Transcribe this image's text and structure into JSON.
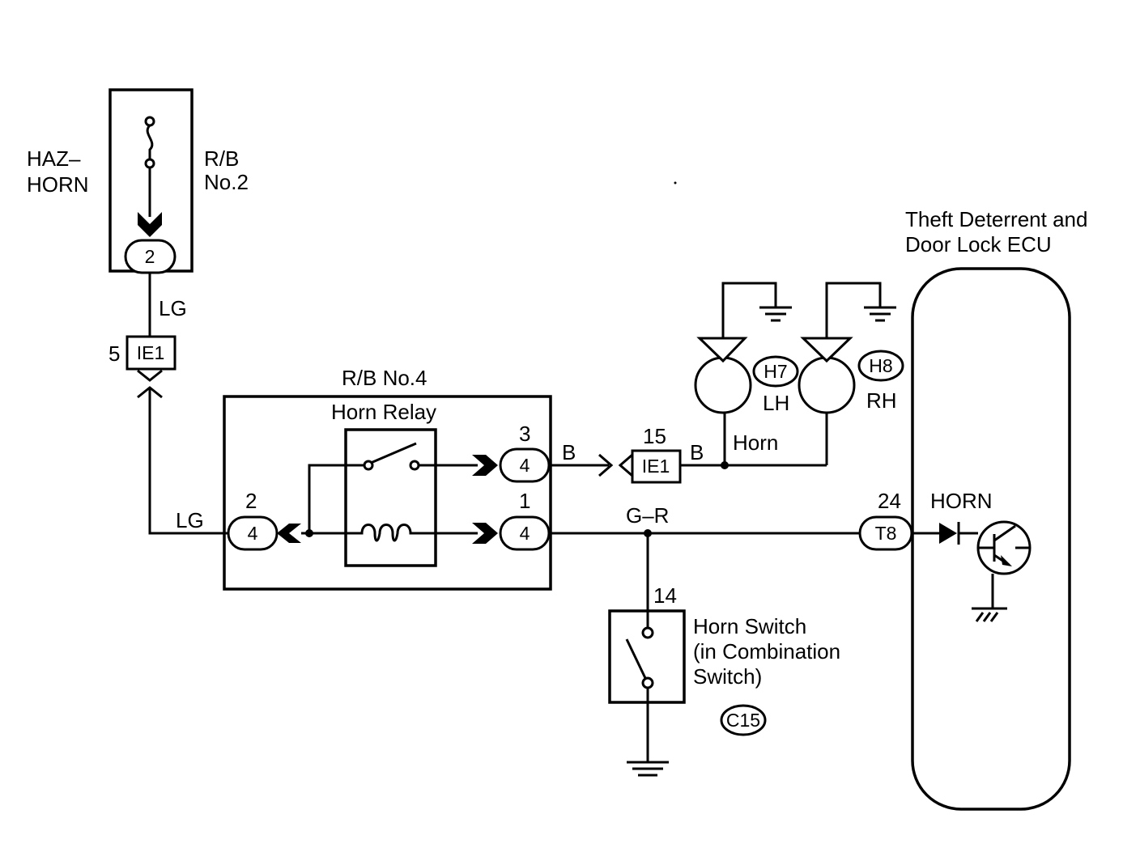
{
  "fuse": {
    "name": "HAZ–\nHORN",
    "line1": "HAZ–",
    "line2": "HORN"
  },
  "rb2": {
    "line1": "R/B",
    "line2": "No.2",
    "pin": "2"
  },
  "wire_lg_top": "LG",
  "wire_lg_left": "LG",
  "ie1_top": {
    "connector": "IE1",
    "pin": "5"
  },
  "rb4": {
    "title": "R/B No.4",
    "relay_label": "Horn Relay",
    "pin_left_num": "2",
    "pin_left_conn": "4",
    "pin_top_num": "3",
    "pin_top_conn": "4",
    "pin_bot_num": "1",
    "pin_bot_conn": "4"
  },
  "wire_b1": "B",
  "wire_b2": "B",
  "ie1_mid": {
    "connector": "IE1",
    "pin": "15"
  },
  "wire_horn": "Horn",
  "horn_lh": {
    "code": "H7",
    "label": "LH"
  },
  "horn_rh": {
    "code": "H8",
    "label": "RH"
  },
  "wire_gr": "G–R",
  "horn_switch": {
    "pin": "14",
    "line1": "Horn Switch",
    "line2": "(in Combination",
    "line3": "Switch)",
    "code": "C15"
  },
  "ecu": {
    "line1": "Theft Deterrent and",
    "line2": "Door Lock ECU",
    "pin_num": "24",
    "pin_conn": "T8",
    "signal": "HORN"
  }
}
